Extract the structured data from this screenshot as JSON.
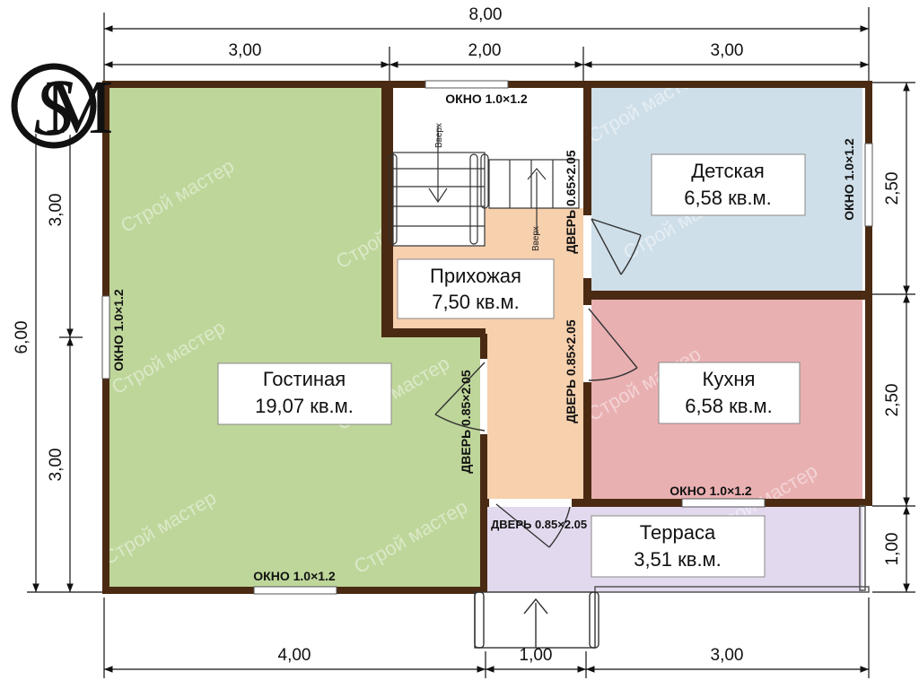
{
  "logo": {
    "letters": "SM"
  },
  "watermark": "Строй мастер",
  "dimensions": {
    "top_total": "8,00",
    "top_left": "3,00",
    "top_mid": "2,00",
    "top_right": "3,00",
    "left_total": "6,00",
    "left_upper": "3,00",
    "left_lower": "3,00",
    "right_upper": "2,50",
    "right_mid": "2,50",
    "right_lower": "1,00",
    "bottom_left": "4,00",
    "bottom_mid": "1,00",
    "bottom_right": "3,00"
  },
  "rooms": {
    "living": {
      "name": "Гостиная",
      "area": "19,07 кв.м."
    },
    "hall": {
      "name": "Прихожая",
      "area": "7,50 кв.м."
    },
    "kids": {
      "name": "Детская",
      "area": "6,58 кв.м."
    },
    "kitchen": {
      "name": "Кухня",
      "area": "6,58 кв.м."
    },
    "terrace": {
      "name": "Терраса",
      "area": "3,51 кв.м."
    }
  },
  "openings": {
    "window_stair_top": "ОКНО 1.0×1.2",
    "window_living_left": "ОКНО 1.0×1.2",
    "window_living_bottom": "ОКНО 1.0×1.2",
    "window_kids_right": "ОКНО 1.0×1.2",
    "window_kitchen_bottom": "ОКНО 1.0×1.2",
    "door_kids": "ДВЕРЬ 0.65×2.05",
    "door_kitchen": "ДВЕРЬ 0.85×2.05",
    "door_living": "ДВЕРЬ 0.85×2.05",
    "door_entrance": "ДВЕРЬ 0.85×2.05"
  },
  "stairs": {
    "up_label": "Вверх"
  },
  "colors": {
    "wall": "#4a2a12",
    "living": "#bed69a",
    "hall": "#f7d0ae",
    "kids": "#cfdfe9",
    "kitchen": "#e9b0b2",
    "terrace": "#e3d9ee"
  }
}
